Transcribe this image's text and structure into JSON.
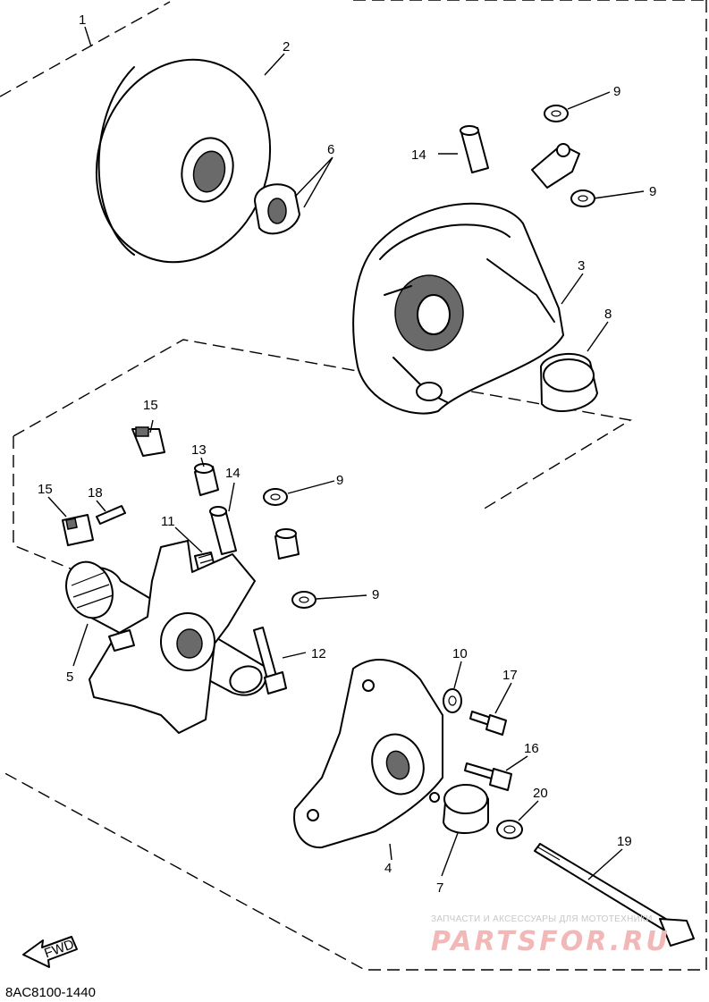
{
  "diagram_code": "8AC8100-1440",
  "fwd_label": "FWD",
  "callouts": {
    "c1": "1",
    "c2": "2",
    "c3": "3",
    "c4": "4",
    "c5": "5",
    "c6": "6",
    "c7": "7",
    "c8": "8",
    "c9a": "9",
    "c9b": "9",
    "c9c": "9",
    "c9d": "9",
    "c10": "10",
    "c11": "11",
    "c12": "12",
    "c13": "13",
    "c14a": "14",
    "c14b": "14",
    "c15a": "15",
    "c15b": "15",
    "c16": "16",
    "c17": "17",
    "c18": "18",
    "c19": "19",
    "c20": "20"
  },
  "watermark": {
    "tagline": "ЗАПЧАСТИ И АКСЕССУАРЫ ДЛЯ МОТОТЕХНИКИ",
    "brand": "PARTSFOR.RU"
  }
}
